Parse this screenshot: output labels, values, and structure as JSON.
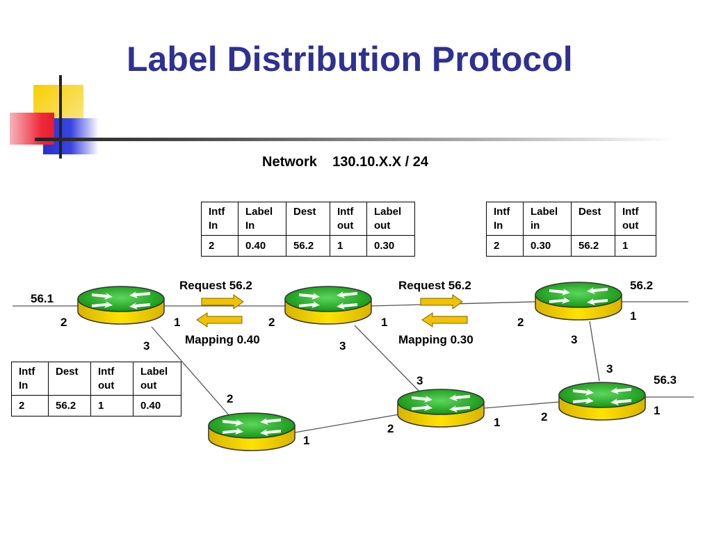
{
  "title": "Label Distribution Protocol",
  "network": {
    "label": "Network",
    "value": "130.10.X.X / 24"
  },
  "colors": {
    "title": "#2e3192",
    "router_top": "#16a516",
    "router_body": "#f5d400",
    "arrow": "#f2c200"
  },
  "tables": {
    "left": {
      "headers": [
        "Intf In",
        "Dest",
        "Intf out",
        "Label out"
      ],
      "row": [
        "2",
        "56.2",
        "1",
        "0.40"
      ]
    },
    "middle": {
      "headers": [
        "Intf In",
        "Label In",
        "Dest",
        "Intf out",
        "Label out"
      ],
      "row": [
        "2",
        "0.40",
        "56.2",
        "1",
        "0.30"
      ]
    },
    "right": {
      "headers": [
        "Intf In",
        "Label in",
        "Dest",
        "Intf out"
      ],
      "row": [
        "2",
        "0.30",
        "56.2",
        "1"
      ]
    }
  },
  "messages": {
    "request1": "Request 56.2",
    "request2": "Request 56.2",
    "mapping1": "Mapping 0.40",
    "mapping2": "Mapping 0.30"
  },
  "addresses": {
    "a": "56.1",
    "b": "56.2",
    "c": "56.3"
  },
  "ports": {
    "r1_west": "2",
    "r1_east": "1",
    "r1_south": "3",
    "r2_west": "2",
    "r2_east": "1",
    "r2_south": "3",
    "r3_west": "2",
    "r3_east": "1",
    "r3_south": "3",
    "r4_north": "2",
    "r4_east": "1",
    "r5_north": "3",
    "r5_west": "2",
    "r5_east": "1",
    "r6_north": "3",
    "r6_west": "2",
    "r6_east": "1"
  },
  "router_icon": "router-icon"
}
